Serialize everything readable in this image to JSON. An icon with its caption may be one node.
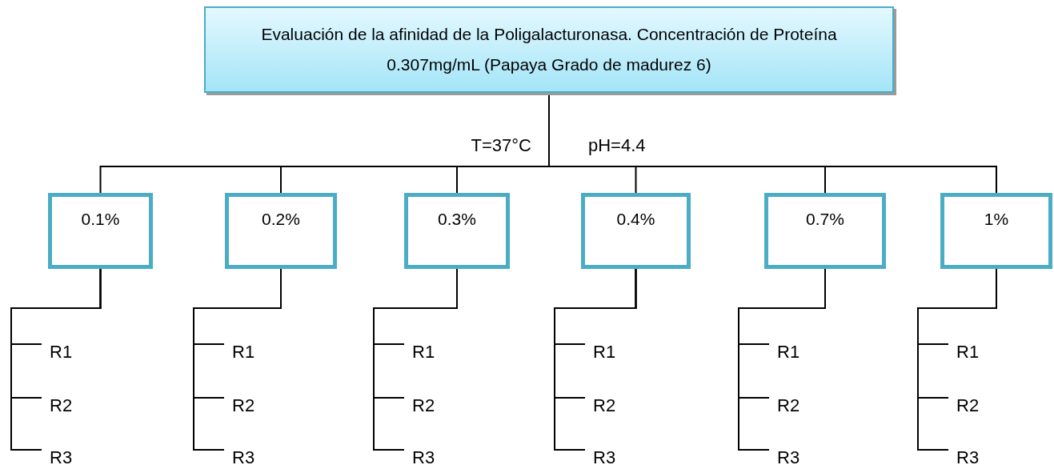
{
  "diagram": {
    "nodes": [
      {
        "text": [
          "Evaluación de la afinidad de la Poligalacturonasa. Concentración de Proteína 0.307mg/mL (Papaya Grado de madurez 6)"
        ]
      },
      {
        "text": [
          "0.1%"
        ]
      },
      {
        "text": [
          "0.2%"
        ]
      },
      {
        "text": [
          "0.3%"
        ]
      },
      {
        "text": [
          "0.4%"
        ]
      },
      {
        "text": [
          "0.7%"
        ]
      },
      {
        "text": [
          "1%"
        ]
      },
      {
        "text": [
          "R1"
        ]
      },
      {
        "text": [
          "R2"
        ]
      },
      {
        "text": [
          "R3"
        ]
      },
      {
        "text": [
          "R1"
        ]
      },
      {
        "text": [
          "R2"
        ]
      },
      {
        "text": [
          "R3"
        ]
      },
      {
        "text": [
          "R1"
        ]
      },
      {
        "text": [
          "R2"
        ]
      },
      {
        "text": [
          "R3"
        ]
      },
      {
        "text": [
          "R1"
        ]
      },
      {
        "text": [
          "R2"
        ]
      },
      {
        "text": [
          "R3"
        ]
      },
      {
        "text": [
          "R1"
        ]
      },
      {
        "text": [
          "R2"
        ]
      },
      {
        "text": [
          "R3"
        ]
      },
      {
        "text": [
          "R1"
        ]
      },
      {
        "text": [
          "R2"
        ]
      },
      {
        "text": [
          "R3"
        ]
      }
    ],
    "edges": [
      {
        "from": 0,
        "to": 1,
        "arrow": "none"
      },
      {
        "from": 0,
        "to": 2,
        "arrow": "none"
      },
      {
        "from": 0,
        "to": 3,
        "arrow": "none"
      },
      {
        "from": 0,
        "to": 4,
        "arrow": "none"
      },
      {
        "from": 0,
        "to": 5,
        "arrow": "none"
      },
      {
        "from": 0,
        "to": 6,
        "arrow": "none"
      },
      {
        "from": 1,
        "to": 7,
        "arrow": "none"
      },
      {
        "from": 1,
        "to": 8,
        "arrow": "none"
      },
      {
        "from": 1,
        "to": 9,
        "arrow": "none"
      },
      {
        "from": 2,
        "to": 10,
        "arrow": "none"
      },
      {
        "from": 2,
        "to": 11,
        "arrow": "none"
      },
      {
        "from": 2,
        "to": 12,
        "arrow": "none"
      },
      {
        "from": 3,
        "to": 13,
        "arrow": "none"
      },
      {
        "from": 3,
        "to": 14,
        "arrow": "none"
      },
      {
        "from": 3,
        "to": 15,
        "arrow": "none"
      },
      {
        "from": 4,
        "to": 16,
        "arrow": "none"
      },
      {
        "from": 4,
        "to": 17,
        "arrow": "none"
      },
      {
        "from": 4,
        "to": 18,
        "arrow": "none"
      },
      {
        "from": 5,
        "to": 19,
        "arrow": "none"
      },
      {
        "from": 5,
        "to": 20,
        "arrow": "none"
      },
      {
        "from": 5,
        "to": 21,
        "arrow": "none"
      },
      {
        "from": 6,
        "to": 22,
        "arrow": "none"
      },
      {
        "from": 6,
        "to": 23,
        "arrow": "none"
      },
      {
        "from": 6,
        "to": 24,
        "arrow": "none"
      }
    ],
    "labels": [
      "T=37°C",
      "pH=4.4"
    ]
  }
}
